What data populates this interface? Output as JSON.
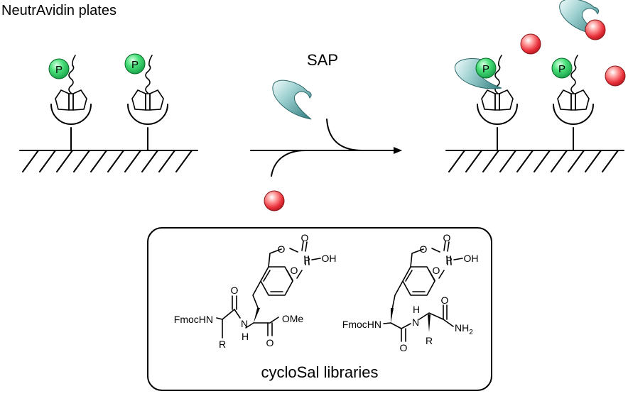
{
  "diagram": {
    "plate_label": "NeutrAvidin plates",
    "enzyme_label": "SAP",
    "phosphate_label": "P",
    "library_box_label": "cycloSal libraries",
    "colors": {
      "phosphate_green": "#33e06a",
      "red_ball": "#e8303a",
      "enzyme_teal": "#4f9a9a"
    },
    "compound_1": {
      "fmoc": "FmocHN",
      "r": "R",
      "nh": "N",
      "h": "H",
      "ester": "OMe",
      "o1": "O",
      "o2": "O",
      "o3": "O",
      "p": "P",
      "oh": "OH",
      "o4": "O",
      "o5": "O"
    },
    "compound_2": {
      "fmoc": "FmocHN",
      "h": "H",
      "nh": "N",
      "r": "R",
      "nh2": "NH",
      "nh2_sub": "2",
      "o1": "O",
      "o2": "O",
      "o3": "O",
      "p": "P",
      "oh": "OH",
      "o4": "O",
      "o5": "O"
    }
  }
}
